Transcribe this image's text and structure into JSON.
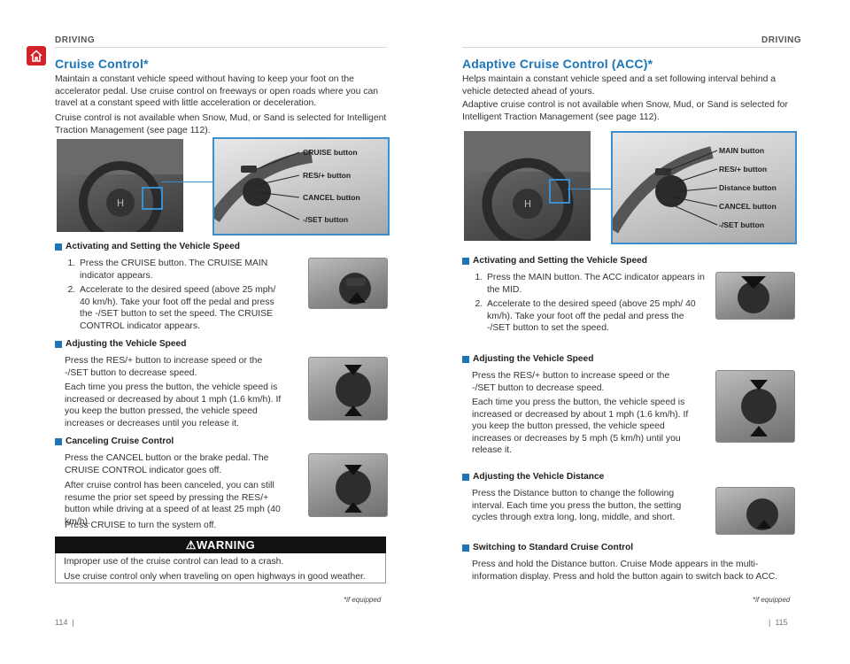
{
  "left": {
    "header": "DRIVING",
    "title": "Cruise Control*",
    "intro1": "Maintain a constant vehicle speed without having to keep your foot on the accelerator pedal. Use cruise control on freeways or open roads where you can travel at a constant speed with little acceleration or deceleration.",
    "intro2": "Cruise control is not available when Snow, Mud, or Sand is selected for Intelligent Traction Management (see page 112).",
    "callouts": [
      "CRUISE button",
      "RES/+ button",
      "CANCEL button",
      "-/SET button"
    ],
    "activating": {
      "heading": "Activating and Setting the Vehicle Speed",
      "steps": [
        "Press the CRUISE button. The CRUISE MAIN indicator appears.",
        "Accelerate to the desired speed (above 25 mph/ 40 km/h). Take your foot off the pedal and press the -/SET button to set the speed. The CRUISE CONTROL indicator appears."
      ]
    },
    "adjusting": {
      "heading": "Adjusting the Vehicle Speed",
      "p1": "Press the RES/+ button to increase speed or the -/SET button to decrease speed.",
      "p2": "Each time you press the button, the vehicle speed is increased or decreased by about 1 mph (1.6 km/h). If you keep the button pressed, the vehicle speed increases or decreases until you release it."
    },
    "canceling": {
      "heading": "Canceling Cruise Control",
      "p1": "Press the CANCEL button or the brake pedal. The CRUISE CONTROL indicator goes off.",
      "p2": "After cruise control has been canceled, you can still resume the prior set speed by pressing the RES/+ button while driving at a speed of at least 25 mph (40 km/h).",
      "p3": "Press CRUISE to turn the system off."
    },
    "warning": {
      "label": "WARNING",
      "line1": "Improper use of the cruise control can lead to a crash.",
      "line2": "Use cruise control only when traveling on open highways in good weather."
    },
    "footnote": "*if equipped",
    "page_number": "114"
  },
  "right": {
    "header": "DRIVING",
    "title": "Adaptive Cruise Control (ACC)*",
    "intro1": "Helps maintain a constant vehicle speed and a set following interval behind a vehicle detected ahead of yours.",
    "intro2": "Adaptive cruise control is not available when Snow, Mud, or Sand is selected for Intelligent Traction Management (see page 112).",
    "callouts": [
      "MAIN button",
      "RES/+ button",
      "Distance button",
      "CANCEL button",
      "-/SET button"
    ],
    "activating": {
      "heading": "Activating and Setting the Vehicle Speed",
      "steps": [
        "Press the MAIN button. The ACC indicator appears in the MID.",
        "Accelerate to the desired speed (above 25 mph/ 40 km/h). Take your foot off the pedal and press the -/SET button to set the speed."
      ]
    },
    "adjusting": {
      "heading": "Adjusting the Vehicle Speed",
      "p1": "Press the RES/+ button to increase speed or the -/SET button to decrease speed.",
      "p2": "Each time you press the button, the vehicle speed is increased or decreased by about 1 mph (1.6 km/h). If you keep the button pressed, the vehicle speed increases or decreases by 5 mph (5 km/h) until you release it."
    },
    "distance": {
      "heading": "Adjusting the Vehicle Distance",
      "p1": "Press the Distance button to change the following interval. Each time you press the button, the setting cycles through extra long, long, middle, and short."
    },
    "switching": {
      "heading": "Switching to Standard Cruise Control",
      "p1": "Press and hold the Distance button. Cruise Mode appears in the multi-information display. Press and hold the button again to switch back to ACC."
    },
    "footnote": "*if equipped",
    "page_number": "115"
  },
  "colors": {
    "accent": "#1a76b8",
    "home_icon_bg": "#d2232a",
    "warning_bar": "#111111"
  },
  "icons": [
    "home-icon",
    "warning-triangle-icon"
  ]
}
